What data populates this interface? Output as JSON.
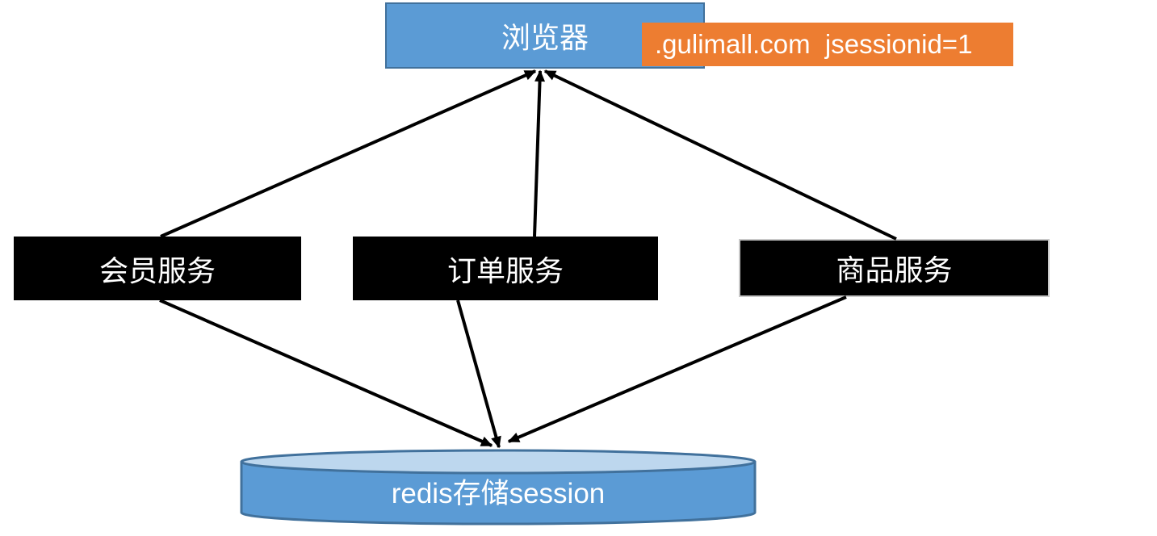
{
  "diagram": {
    "browser": {
      "label": "浏览器"
    },
    "cookie_badge": {
      "label": ".gulimall.com  jsessionid=1"
    },
    "services": [
      {
        "label": "会员服务"
      },
      {
        "label": "订单服务"
      },
      {
        "label": "商品服务"
      }
    ],
    "redis": {
      "label": "redis存储session"
    },
    "connections": [
      {
        "from": "会员服务",
        "to": "浏览器"
      },
      {
        "from": "订单服务",
        "to": "浏览器"
      },
      {
        "from": "商品服务",
        "to": "浏览器"
      },
      {
        "from": "会员服务",
        "to": "redis存储session"
      },
      {
        "from": "订单服务",
        "to": "redis存储session"
      },
      {
        "from": "商品服务",
        "to": "redis存储session"
      }
    ],
    "colors": {
      "browser_fill": "#5B9BD5",
      "browser_border": "#41719C",
      "cookie_fill": "#ED7D31",
      "service_fill": "#000000",
      "service_border": "#C8C8C8",
      "text_on_fill": "#FFFFFF",
      "cylinder_body": "#5B9BD5",
      "cylinder_top": "#BDD7EE",
      "cylinder_border": "#41719C",
      "arrow": "#000000"
    }
  }
}
